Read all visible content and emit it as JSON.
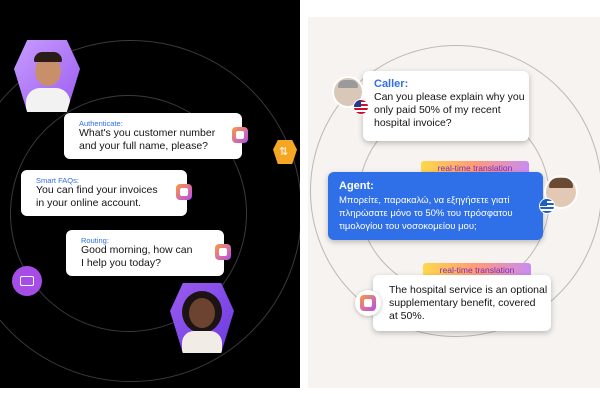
{
  "left_panel": {
    "bubbles": [
      {
        "label": "Authenticate:",
        "message": "What's you customer number\nand your full name, please?"
      },
      {
        "label": "Smart FAQs:",
        "message": "You can find your invoices\nin your online account."
      },
      {
        "label": "Routing:",
        "message": "Good morning, how can\nI help you today?"
      }
    ]
  },
  "right_panel": {
    "caller": {
      "label": "Caller:",
      "message": "Can you please explain why you\nonly paid 50% of my recent\nhospital invoice?"
    },
    "agent": {
      "label": "Agent:",
      "message": "Μπορείτε, παρακαλώ, να εξηγήσετε γιατί\nπληρώσατε μόνο το 50% του πρόσφατου\nτιμολογίου του νοσοκομείου μου;"
    },
    "translation_tag_1": "real-time translation",
    "translation_tag_2": "real-time translation",
    "reply": {
      "message": "The hospital service is an optional\nsupplementary benefit,  covered\nat 50%."
    }
  },
  "colors": {
    "left_background": "#000000",
    "right_background": "#f6f3f0",
    "agent_bubble": "#2f6fe8",
    "label_blue": "#2f6fe8",
    "accent_purple": "#b44cf0",
    "accent_orange": "#ff9a3d"
  }
}
